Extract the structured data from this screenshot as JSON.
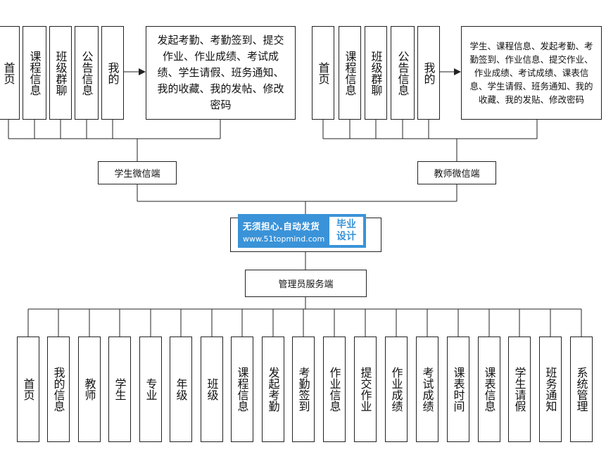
{
  "student": {
    "label": "学生微信端",
    "tabs": [
      "首页",
      "课程信息",
      "班级群聊",
      "公告信息",
      "我的"
    ],
    "features": "发起考勤、考勤签到、提交作业、作业成绩、考试成绩、学生请假、班务通知、我的收藏、我的发帖、修改密码"
  },
  "teacher": {
    "label": "教师微信端",
    "tabs": [
      "首页",
      "课程信息",
      "班级群聊",
      "公告信息",
      "我的"
    ],
    "features": "学生、课程信息、发起考勤、考勤签到、作业信息、提交作业、作业成绩、考试成绩、课表信息、学生请假、班务通知、我的收藏、我的发贴、修改密码"
  },
  "watermark": {
    "line1": "无须担心.自动发货",
    "line2": "www.51topmind.com",
    "badge": [
      "毕业",
      "设计"
    ]
  },
  "admin": {
    "label": "管理员服务端",
    "modules": [
      "首页",
      "我的信息",
      "教师",
      "学生",
      "专业",
      "年级",
      "班级",
      "课程信息",
      "发起考勤",
      "考勤签到",
      "作业信息",
      "提交作业",
      "作业成绩",
      "考试成绩",
      "课表时间",
      "课表信息",
      "学生请假",
      "班务通知",
      "系统管理"
    ]
  },
  "colors": {
    "line": "#222222",
    "watermark_bg": "#3a93d8",
    "watermark_text": "#ffffff"
  }
}
